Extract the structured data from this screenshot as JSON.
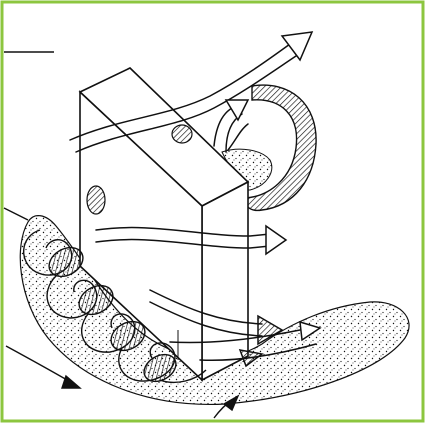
{
  "figure": {
    "frame_color": "#8CC63F",
    "line_color": "#111111",
    "fill_color": "#ffffff",
    "icons": [
      "bluff-body-block",
      "horseshoe-vortex",
      "arch-vortex",
      "wake-flow-arrows",
      "scour-deposit-zone",
      "leader-line"
    ]
  }
}
